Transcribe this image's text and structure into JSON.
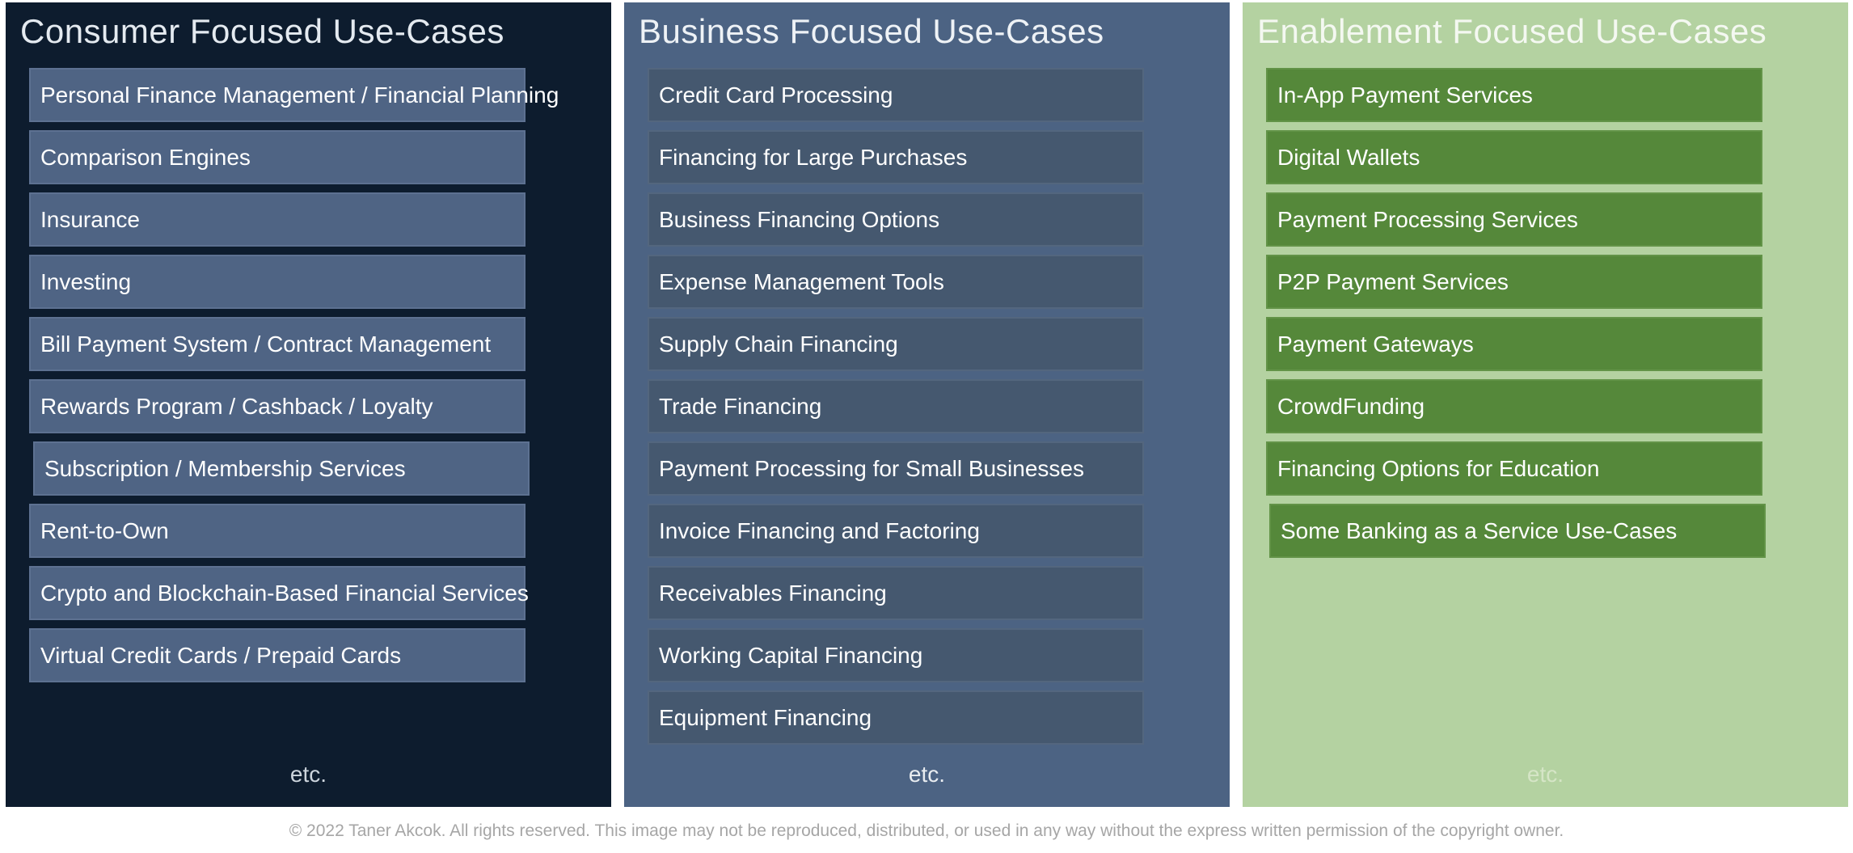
{
  "columns": [
    {
      "id": "consumer-focused",
      "title": "Consumer Focused Use-Cases",
      "bg": "#0d1c2e",
      "title_color": "#e4eaf0",
      "item_bg": "#4f6484",
      "item_border": "#5d7191",
      "etc_label": "etc.",
      "etc_color": "#ccd4dc",
      "items": [
        "Personal Finance Management / Financial Planning",
        "Comparison Engines",
        "Insurance",
        "Investing",
        "Bill Payment System / Contract Management",
        "Rewards Program / Cashback / Loyalty",
        "Subscription / Membership Services",
        "Rent-to-Own",
        "Crypto and Blockchain-Based Financial Services",
        "Virtual Credit Cards / Prepaid Cards"
      ]
    },
    {
      "id": "business-focused",
      "title": "Business Focused Use-Cases",
      "bg": "#4c6383",
      "title_color": "#eef2f6",
      "item_bg": "#45586f",
      "item_border": "#53667e",
      "etc_label": "etc.",
      "etc_color": "#e8ecf0",
      "items": [
        "Credit Card Processing",
        "Financing for Large Purchases",
        "Business Financing Options",
        "Expense Management Tools",
        "Supply Chain Financing",
        "Trade Financing",
        "Payment Processing for Small Businesses",
        "Invoice Financing and Factoring",
        "Receivables Financing",
        "Working Capital Financing",
        "Equipment Financing"
      ]
    },
    {
      "id": "enablement-focused",
      "title": "Enablement Focused Use-Cases",
      "bg": "#b4d2a1",
      "title_color": "#f4f8f1",
      "item_bg": "#55883a",
      "item_border": "#629347",
      "etc_label": "etc.",
      "etc_color": "#d5e5c6",
      "items": [
        "In-App Payment Services",
        "Digital Wallets",
        "Payment Processing Services",
        "P2P Payment Services",
        "Payment Gateways",
        "CrowdFunding",
        "Financing Options for Education",
        "Some Banking as a Service Use-Cases"
      ]
    }
  ],
  "footer": {
    "text": "© 2022 Taner Akcok. All rights reserved. This image may not be reproduced, distributed, or used in any way without the express written permission of the copyright owner."
  }
}
